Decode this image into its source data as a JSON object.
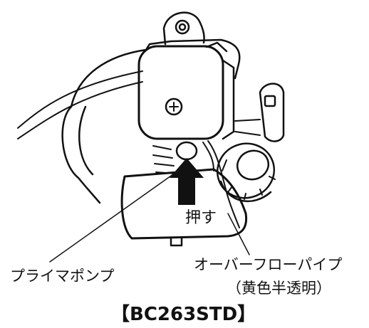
{
  "labels": {
    "press": "押す",
    "primer_pump": "プライマポンプ",
    "overflow_pipe": "オーバーフローパイプ",
    "overflow_pipe_note": "（黄色半透明）",
    "model": "【BC263STD】"
  },
  "colors": {
    "line": "#111111",
    "background": "#ffffff",
    "arrow": "#111111"
  }
}
